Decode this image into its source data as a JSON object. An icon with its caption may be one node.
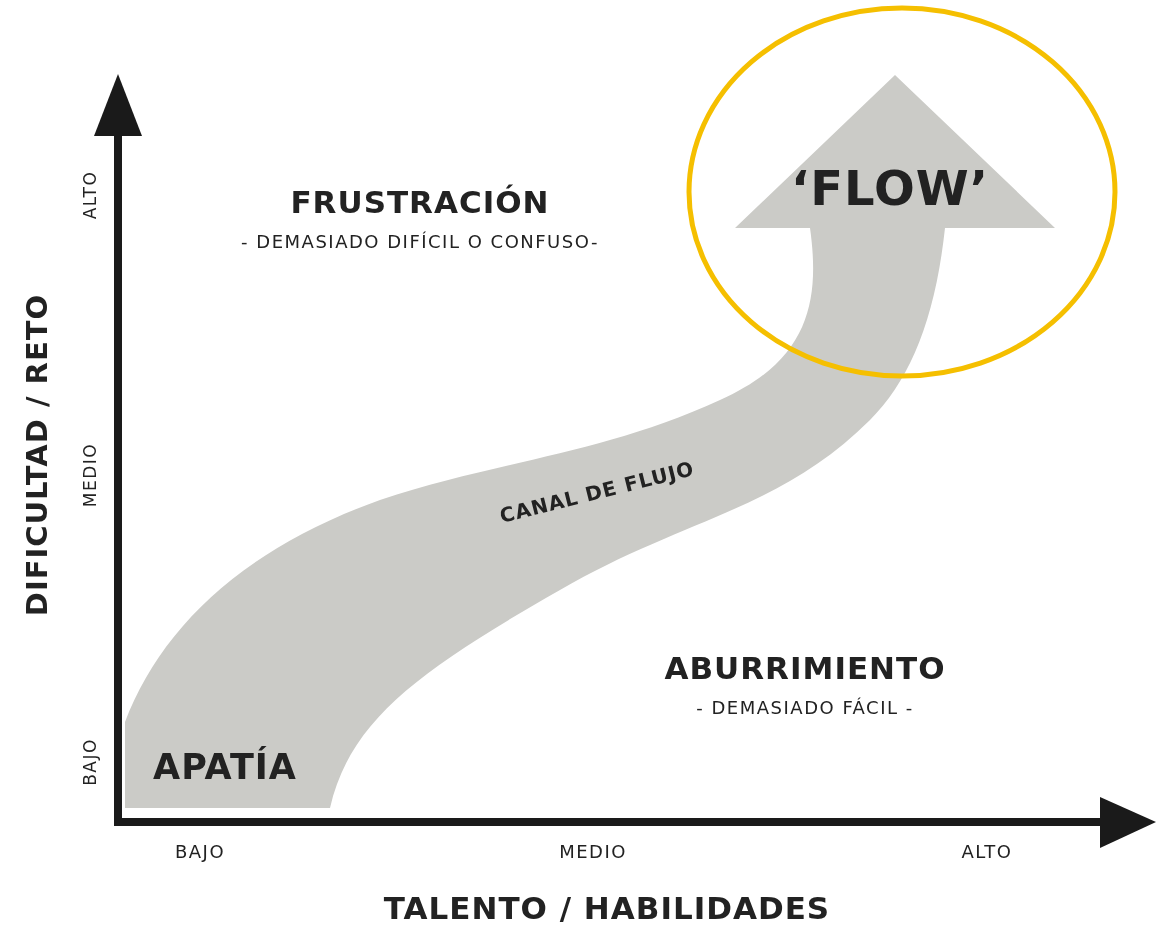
{
  "diagram": {
    "nodes": [
      {
        "text": [
          "‘FLOW’",
          "CANAL DE FLUJO"
        ]
      }
    ],
    "edges": [],
    "labels": [
      "ALTO",
      "FRUSTRACIÓN",
      "- DEMASIADO DIFÍCIL O CONFUSO-",
      "DIFICULTAD / RETO",
      "MEDIO",
      "ABURRIMIENTO",
      "- DEMASIADO FÁCIL -",
      "BAJO",
      "APATÍA",
      "BAJO",
      "MEDIO",
      "ALTO",
      "TALENTO / HABILIDADES"
    ]
  }
}
